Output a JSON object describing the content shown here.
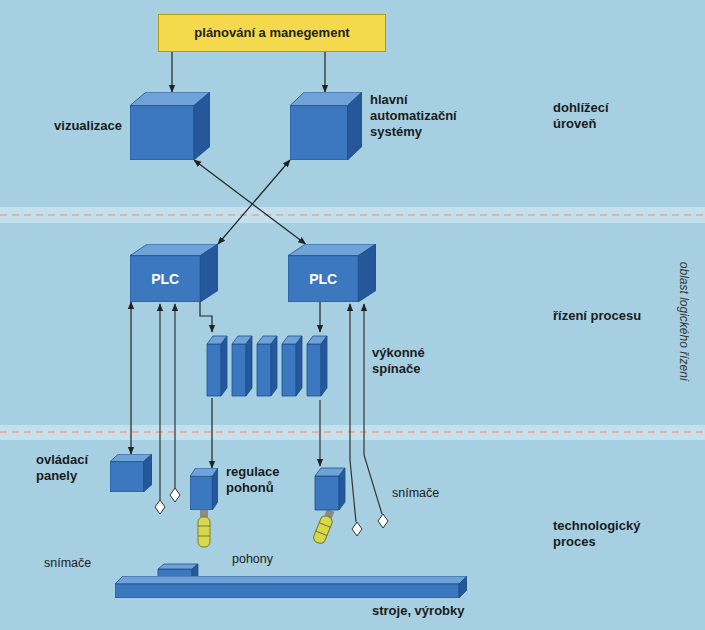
{
  "diagram": {
    "nodes": [
      {
        "text": [
          "dohlížecí úroveň"
        ]
      },
      {
        "text": [
          "plánování a manegement"
        ],
        "in": 0
      },
      {
        "text": [
          "vizualizace"
        ],
        "in": 0
      },
      {
        "text": [
          "hlavní automatizační systémy"
        ],
        "in": 0
      },
      {
        "text": [
          "řízení procesu"
        ]
      },
      {
        "text": [
          "PLC"
        ],
        "in": 4
      },
      {
        "text": [
          "PLC"
        ],
        "in": 4
      },
      {
        "text": [
          "výkonné spínače"
        ],
        "in": 4
      },
      {
        "text": [
          "technologický proces"
        ]
      },
      {
        "text": [
          "ovládací panely"
        ],
        "in": 8
      },
      {
        "text": [
          "regulace pohonů"
        ],
        "in": 8
      },
      {
        "text": [
          "stroje, výrobky"
        ],
        "in": 8
      }
    ],
    "edges": [
      {
        "from": 1,
        "to": 2,
        "arrow": "to"
      },
      {
        "from": 1,
        "to": 3,
        "arrow": "to"
      },
      {
        "from": 2,
        "to": 6,
        "arrow": "both"
      },
      {
        "from": 3,
        "to": 5,
        "arrow": "both"
      },
      {
        "from": 5,
        "to": 9,
        "arrow": "both"
      },
      {
        "from": 5,
        "to": 7,
        "arrow": "to"
      },
      {
        "from": 6,
        "to": 7,
        "arrow": "to"
      },
      {
        "from": 7,
        "to": 10,
        "arrow": "to"
      }
    ],
    "labels": [
      "oblast logického řízení",
      "snímače",
      "snímače",
      "pohony"
    ]
  }
}
